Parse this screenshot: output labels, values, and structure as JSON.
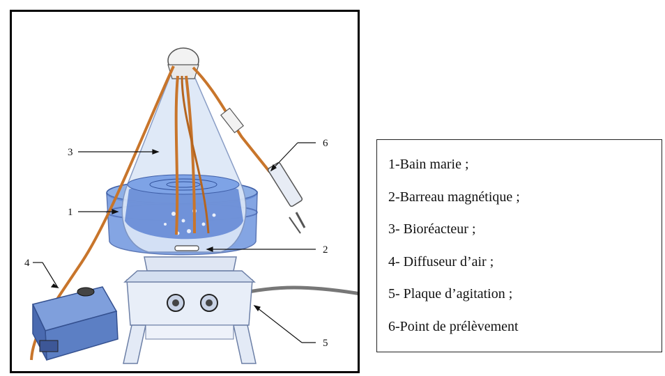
{
  "callouts": [
    {
      "number": "1"
    },
    {
      "number": "2"
    },
    {
      "number": "3"
    },
    {
      "number": "4"
    },
    {
      "number": "5"
    },
    {
      "number": "6"
    }
  ],
  "legend": {
    "items": [
      "1-Bain marie ;",
      "2-Barreau magnétique ;",
      "3- Bioréacteur ;",
      "4- Diffuseur d’air ;",
      "5- Plaque d’agitation ;",
      "6-Point de prélèvement"
    ]
  },
  "colors": {
    "water": "#5d86d8",
    "glass": "#c9d8ef",
    "tube": "#c8752b",
    "device": "#5c7fc4"
  },
  "icons": [
    "bioreactor-flask-icon",
    "water-bath-icon",
    "magnetic-stir-bar-icon",
    "air-diffuser-pump-icon",
    "stirring-plate-icon",
    "sampling-syringe-icon"
  ]
}
